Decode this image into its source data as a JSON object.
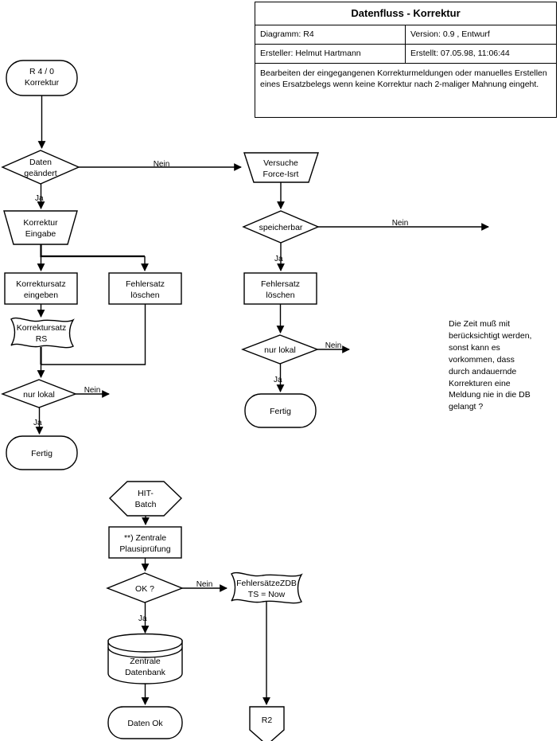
{
  "title_block": {
    "title": "Datenfluss - Korrektur",
    "diagram_label": "Diagramm: R4",
    "version_label": "Version: 0.9 , Entwurf",
    "author_label": "Ersteller: Helmut Hartmann",
    "created_label": "Erstellt:  07.05.98, 11:06:44",
    "description": "Bearbeiten der eingegangenen Korrekturmeldungen oder manuelles Erstellen eines Ersatzbelegs wenn keine Korrektur nach 2-maliger Mahnung eingeht."
  },
  "note": {
    "text": "Die Zeit muß mit\nberücksichtigt werden,\nsonst kann es\nvorkommen, dass\ndurch andauernde\nKorrekturen eine\nMeldung nie in die DB\ngelangt ?"
  },
  "colors": {
    "stroke": "#000000",
    "fill": "#ffffff",
    "text": "#000000"
  },
  "chart_data": {
    "type": "diagram",
    "diagram_kind": "flowchart",
    "title": "Datenfluss - Korrektur",
    "nodes": [
      {
        "id": "start_r40",
        "shape": "terminator",
        "text_lines": [
          "R 4 / 0",
          "Korrektur"
        ]
      },
      {
        "id": "dec_daten",
        "shape": "decision",
        "text_lines": [
          "Daten",
          "geändert"
        ]
      },
      {
        "id": "korr_eingabe",
        "shape": "trapezoid",
        "text_lines": [
          "Korrektur",
          "Eingabe"
        ]
      },
      {
        "id": "korrsatz_eingeben",
        "shape": "process",
        "text_lines": [
          "Korrektursatz",
          "eingeben"
        ]
      },
      {
        "id": "fehlersatz_lo1",
        "shape": "process",
        "text_lines": [
          "Fehlersatz",
          "löschen"
        ]
      },
      {
        "id": "korrsatz_rs",
        "shape": "tape",
        "text_lines": [
          "Korrektursatz",
          "RS"
        ]
      },
      {
        "id": "dec_nurlokal_1",
        "shape": "decision",
        "text_lines": [
          "nur lokal"
        ]
      },
      {
        "id": "fertig_1",
        "shape": "terminator",
        "text_lines": [
          "Fertig"
        ]
      },
      {
        "id": "versuche_force",
        "shape": "trapezoid",
        "text_lines": [
          "Versuche",
          "Force-Isrt"
        ]
      },
      {
        "id": "dec_speicherbar",
        "shape": "decision",
        "text_lines": [
          "speicherbar"
        ]
      },
      {
        "id": "fehlersatz_lo2",
        "shape": "process",
        "text_lines": [
          "Fehlersatz",
          "löschen"
        ]
      },
      {
        "id": "dec_nurlokal_2",
        "shape": "decision",
        "text_lines": [
          "nur lokal"
        ]
      },
      {
        "id": "fertig_2",
        "shape": "terminator",
        "text_lines": [
          "Fertig"
        ]
      },
      {
        "id": "hit_batch",
        "shape": "hexagon",
        "text_lines": [
          "HIT-",
          "Batch"
        ]
      },
      {
        "id": "plausi",
        "shape": "process",
        "text_lines": [
          "**) Zentrale",
          "Plausiprüfung"
        ]
      },
      {
        "id": "dec_ok",
        "shape": "decision",
        "text_lines": [
          "OK ?"
        ]
      },
      {
        "id": "fehlersaetze_zdb",
        "shape": "tape",
        "text_lines": [
          "FehlersätzeZDB",
          "TS = Now"
        ]
      },
      {
        "id": "zentrale_db",
        "shape": "database",
        "text_lines": [
          "Zentrale",
          "Datenbank"
        ]
      },
      {
        "id": "daten_ok",
        "shape": "terminator",
        "text_lines": [
          "Daten Ok"
        ]
      },
      {
        "id": "r2",
        "shape": "connector",
        "text_lines": [
          "R2"
        ]
      }
    ],
    "edges": [
      {
        "from": "start_r40",
        "to": "dec_daten",
        "label": ""
      },
      {
        "from": "dec_daten",
        "to": "versuche_force",
        "label": "Nein"
      },
      {
        "from": "dec_daten",
        "to": "korr_eingabe",
        "label": "Ja"
      },
      {
        "from": "korr_eingabe",
        "to": "korrsatz_eingeben",
        "label": ""
      },
      {
        "from": "korr_eingabe",
        "to": "fehlersatz_lo1",
        "label": ""
      },
      {
        "from": "korrsatz_eingeben",
        "to": "korrsatz_rs",
        "label": ""
      },
      {
        "from": "korrsatz_rs",
        "to": "dec_nurlokal_1",
        "label": ""
      },
      {
        "from": "fehlersatz_lo1",
        "to": "dec_nurlokal_1",
        "label": ""
      },
      {
        "from": "dec_nurlokal_1",
        "to": "",
        "label": "Nein"
      },
      {
        "from": "dec_nurlokal_1",
        "to": "fertig_1",
        "label": "Ja"
      },
      {
        "from": "versuche_force",
        "to": "dec_speicherbar",
        "label": ""
      },
      {
        "from": "dec_speicherbar",
        "to": "",
        "label": "Nein"
      },
      {
        "from": "dec_speicherbar",
        "to": "fehlersatz_lo2",
        "label": "Ja"
      },
      {
        "from": "fehlersatz_lo2",
        "to": "dec_nurlokal_2",
        "label": ""
      },
      {
        "from": "dec_nurlokal_2",
        "to": "",
        "label": "Nein"
      },
      {
        "from": "dec_nurlokal_2",
        "to": "fertig_2",
        "label": "Ja"
      },
      {
        "from": "hit_batch",
        "to": "plausi",
        "label": ""
      },
      {
        "from": "plausi",
        "to": "dec_ok",
        "label": ""
      },
      {
        "from": "dec_ok",
        "to": "fehlersaetze_zdb",
        "label": "Nein"
      },
      {
        "from": "dec_ok",
        "to": "zentrale_db",
        "label": "Ja"
      },
      {
        "from": "zentrale_db",
        "to": "daten_ok",
        "label": ""
      },
      {
        "from": "fehlersaetze_zdb",
        "to": "r2",
        "label": ""
      }
    ]
  },
  "shapes": {
    "start_r40": {
      "l1": "R 4 / 0",
      "l2": "Korrektur"
    },
    "dec_daten": {
      "l1": "Daten",
      "l2": "geändert"
    },
    "korr_eingabe": {
      "l1": "Korrektur",
      "l2": "Eingabe"
    },
    "korrsatz_eingeben": {
      "l1": "Korrektursatz",
      "l2": "eingeben"
    },
    "fehlersatz_lo1": {
      "l1": "Fehlersatz",
      "l2": "löschen"
    },
    "korrsatz_rs": {
      "l1": "Korrektursatz",
      "l2": "RS"
    },
    "dec_nurlokal_1": {
      "l1": "nur lokal"
    },
    "fertig_1": {
      "l1": "Fertig"
    },
    "versuche_force": {
      "l1": "Versuche",
      "l2": "Force-Isrt"
    },
    "dec_speicherbar": {
      "l1": "speicherbar"
    },
    "fehlersatz_lo2": {
      "l1": "Fehlersatz",
      "l2": "löschen"
    },
    "dec_nurlokal_2": {
      "l1": "nur lokal"
    },
    "fertig_2": {
      "l1": "Fertig"
    },
    "hit_batch": {
      "l1": "HIT-",
      "l2": "Batch"
    },
    "plausi": {
      "l1": "**) Zentrale",
      "l2": "Plausiprüfung"
    },
    "dec_ok": {
      "l1": "OK ?"
    },
    "fehlersaetze_zdb": {
      "l1": "FehlersätzeZDB",
      "l2": "TS = Now"
    },
    "zentrale_db": {
      "l1": "Zentrale",
      "l2": "Datenbank"
    },
    "daten_ok": {
      "l1": "Daten Ok"
    },
    "r2": {
      "l1": "R2"
    }
  },
  "edge_labels": {
    "daten_nein": "Nein",
    "daten_ja": "Ja",
    "nurlokal1_nein": "Nein",
    "nurlokal1_ja": "Ja",
    "speicherbar_nein": "Nein",
    "speicherbar_ja": "Ja",
    "nurlokal2_nein": "Nein",
    "nurlokal2_ja": "Ja",
    "ok_nein": "Nein",
    "ok_ja": "Ja"
  }
}
